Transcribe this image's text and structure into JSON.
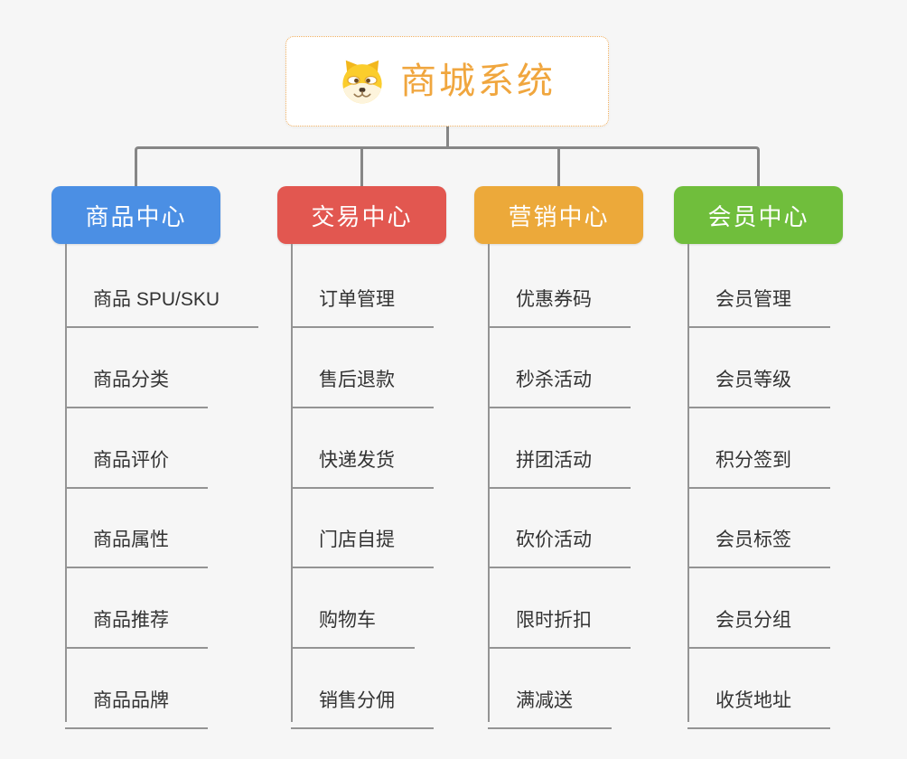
{
  "root": {
    "title": "商城系统",
    "icon": "dog-face-icon",
    "accent_color": "#f0a63e",
    "border_color": "#f0ae5e"
  },
  "connector_color": "#868686",
  "branches": [
    {
      "label": "商品中心",
      "color": "#4b8fe4",
      "children": [
        "商品 SPU/SKU",
        "商品分类",
        "商品评价",
        "商品属性",
        "商品推荐",
        "商品品牌"
      ]
    },
    {
      "label": "交易中心",
      "color": "#e25750",
      "children": [
        "订单管理",
        "售后退款",
        "快递发货",
        "门店自提",
        "购物车",
        "销售分佣"
      ]
    },
    {
      "label": "营销中心",
      "color": "#eca93a",
      "children": [
        "优惠券码",
        "秒杀活动",
        "拼团活动",
        "砍价活动",
        "限时折扣",
        "满减送"
      ]
    },
    {
      "label": "会员中心",
      "color": "#70be3c",
      "children": [
        "会员管理",
        "会员等级",
        "积分签到",
        "会员标签",
        "会员分组",
        "收货地址"
      ]
    }
  ]
}
